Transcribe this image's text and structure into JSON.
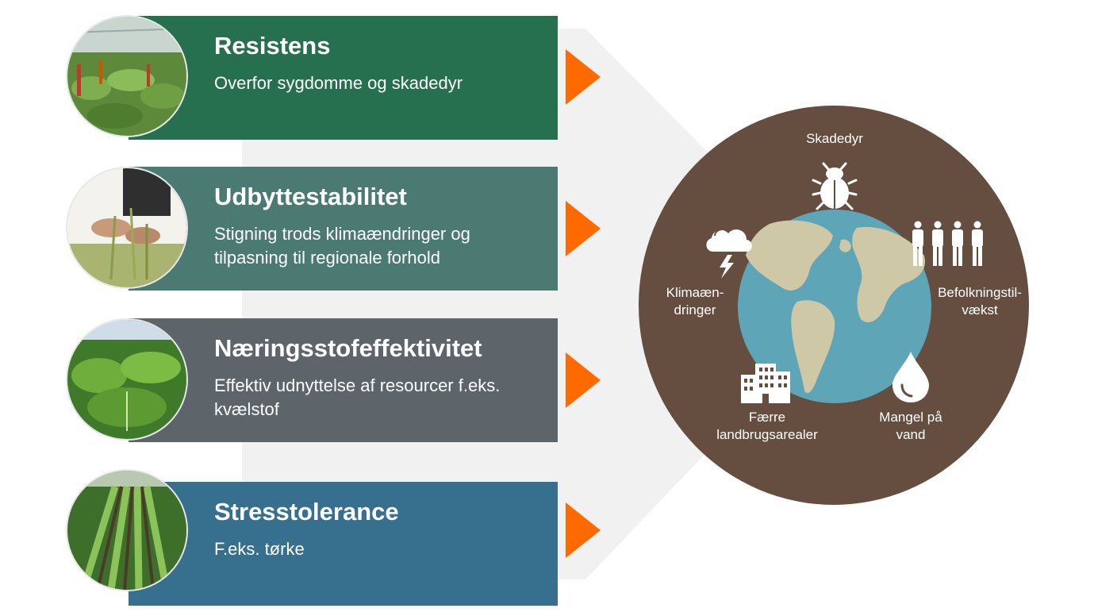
{
  "cards": [
    {
      "title": "Resistens",
      "description": "Overfor sygdomme  og skadedyr",
      "color": "#27704f"
    },
    {
      "title": "Udbyttestabilitet",
      "description": "Stigning trods klimaændringer og\ntilpasning til regionale forhold",
      "color": "#4b7a72"
    },
    {
      "title": "Næringsstofeffektivitet",
      "description": "Effektiv udnyttelse af resourcer f.eks.\nkvælstof",
      "color": "#5d646a"
    },
    {
      "title": "Stresstolerance",
      "description": "F.eks. tørke",
      "color": "#376f8e"
    }
  ],
  "challenges": {
    "pests": "Skadedyr",
    "climate": "Klimaæn-\ndringer",
    "population": "Befolkningstil-\nvækst",
    "land": "Færre\nlandbrugsarealer",
    "water": "Mangel på\nvand"
  },
  "icons": [
    "bug-icon",
    "storm-cloud-icon",
    "people-icon",
    "building-icon",
    "water-drop-icon",
    "globe-icon"
  ],
  "colors": {
    "arrow": "#ff6a00",
    "circle": "#654e3f",
    "ocean": "#5ea5b8",
    "land": "#cfc8a6",
    "background_shape": "#f1f1f1"
  }
}
